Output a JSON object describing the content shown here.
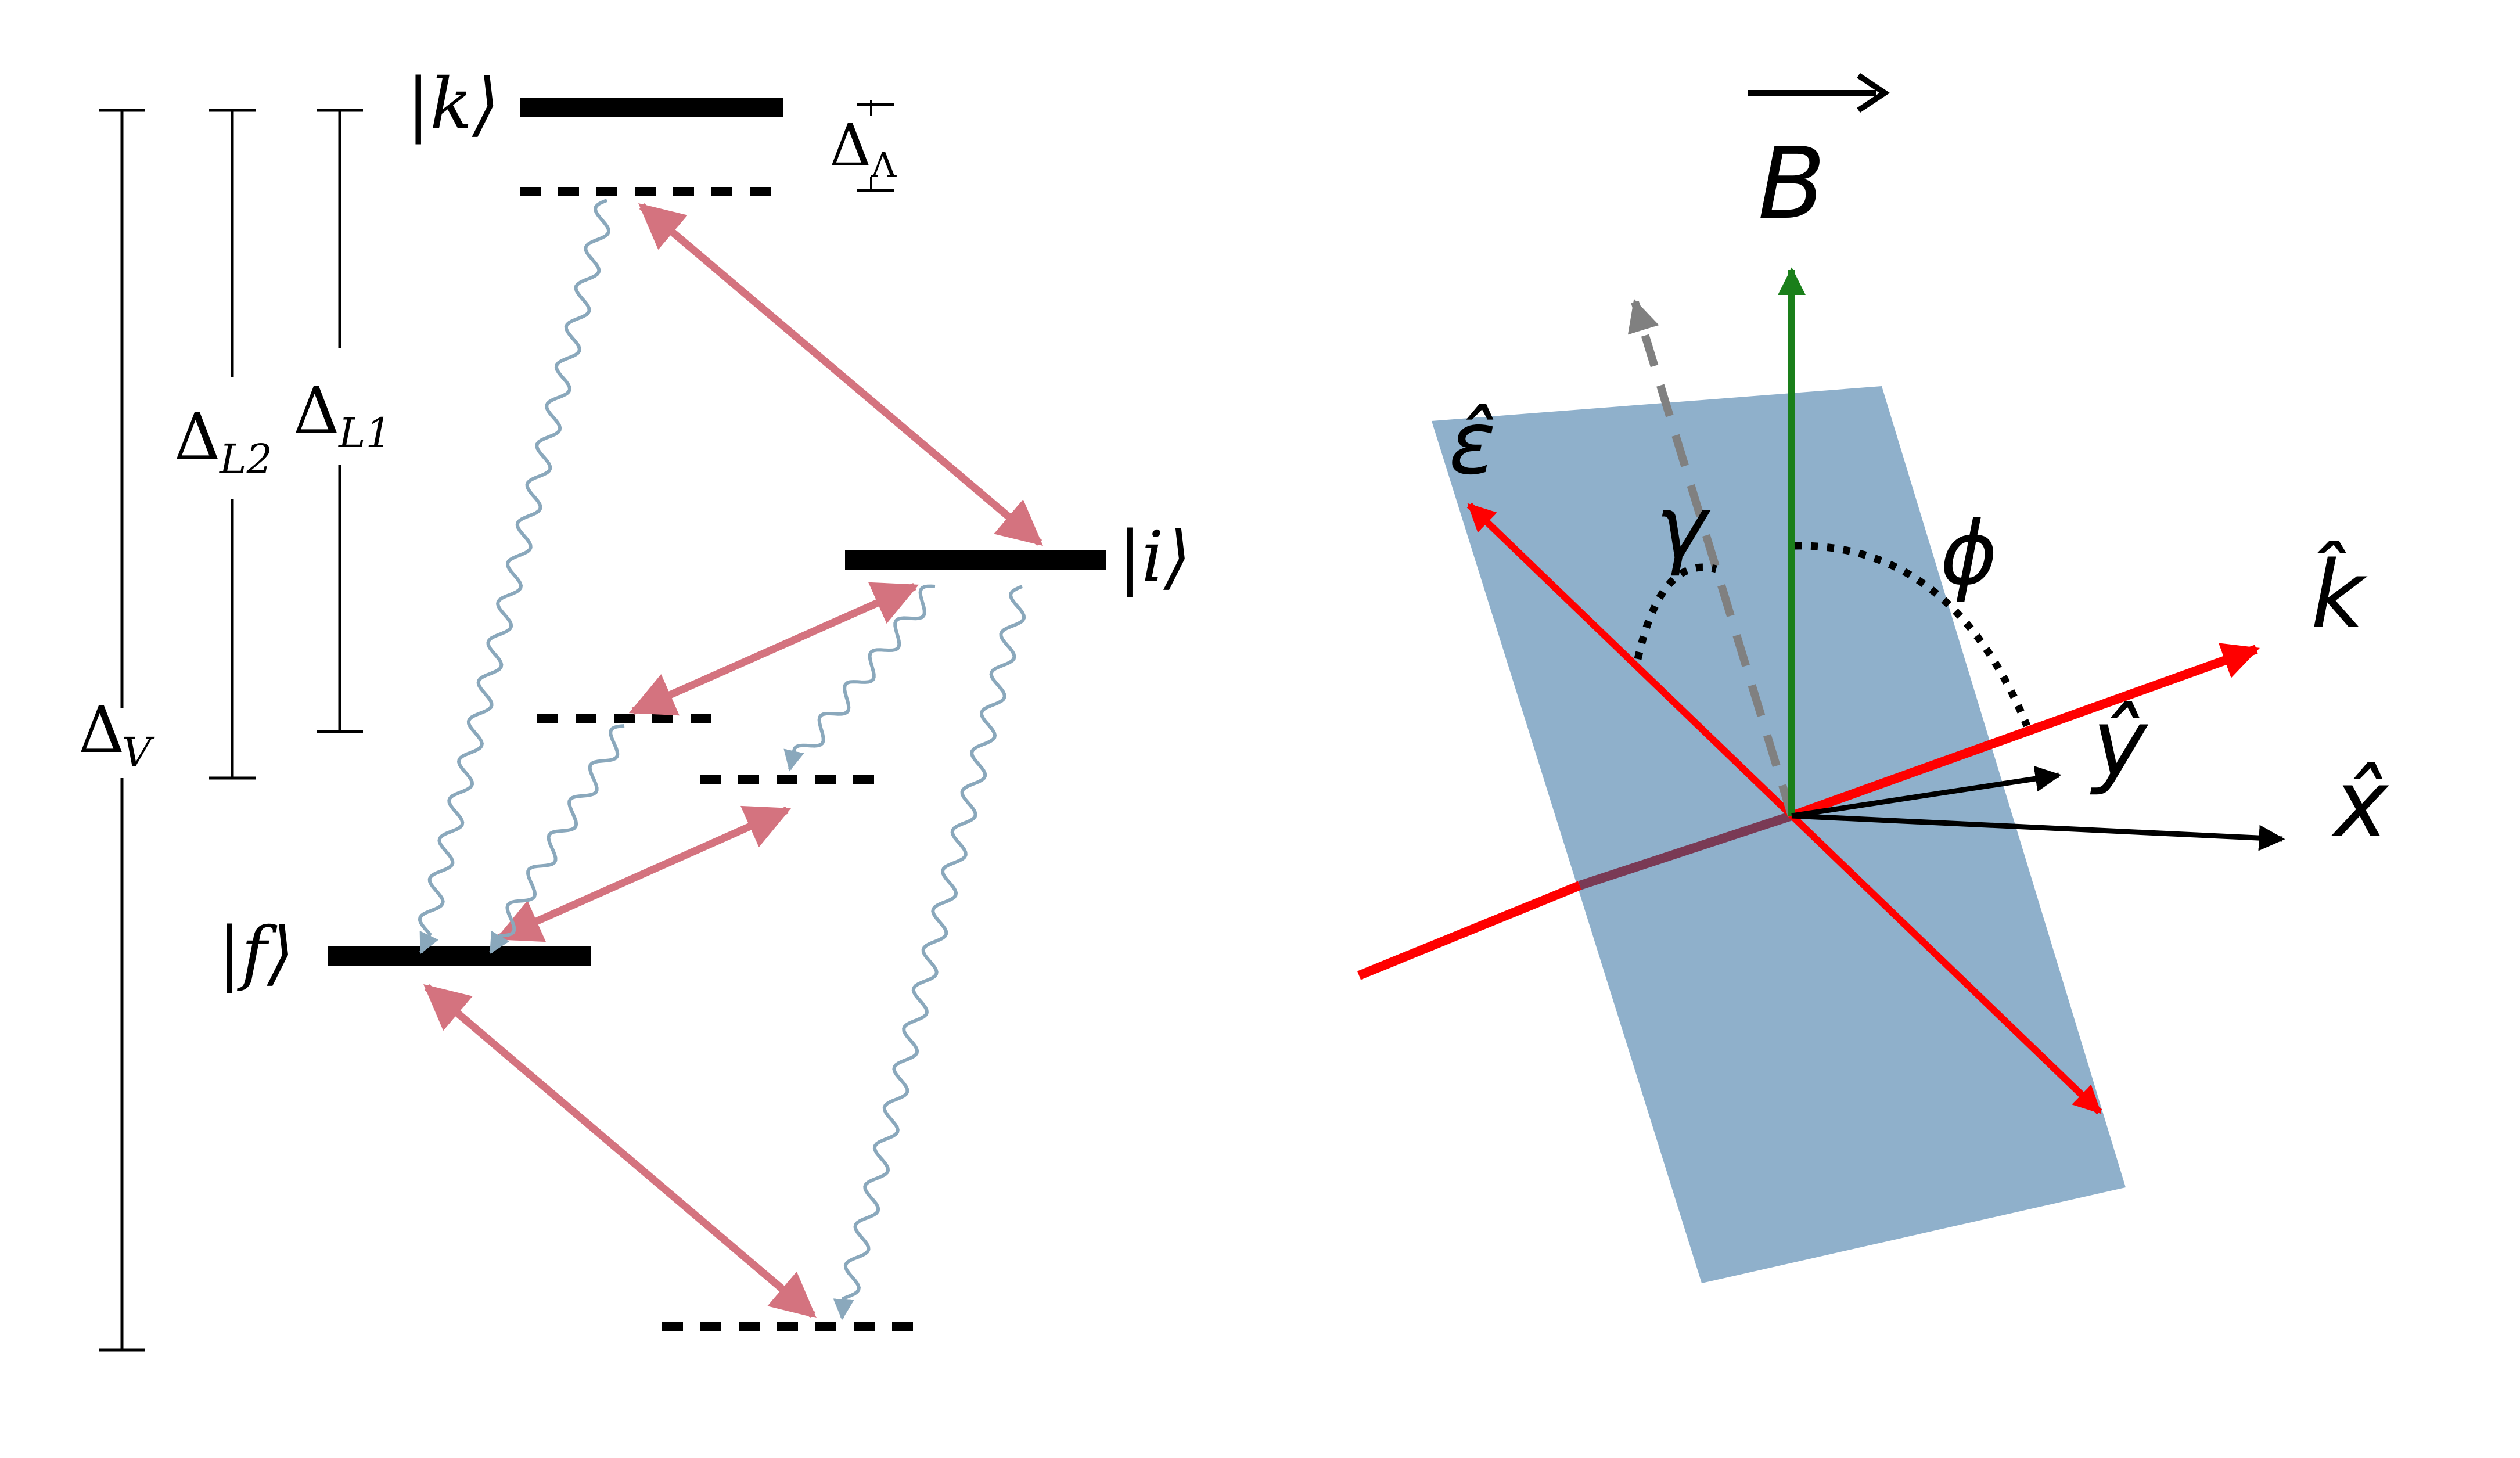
{
  "level_diagram": {
    "state_k": "|k⟩",
    "state_i": "|i⟩",
    "state_f": "|f⟩",
    "delta_lambda": {
      "symbol": "Δ",
      "subscript": "Λ"
    },
    "delta_l2": {
      "symbol": "Δ",
      "subscript": "L2"
    },
    "delta_l1": {
      "symbol": "Δ",
      "subscript": "L1"
    },
    "delta_v": {
      "symbol": "Δ",
      "subscript": "V"
    }
  },
  "geometry_diagram": {
    "b_field": "B",
    "polarization": "ε̂",
    "k_vector": "k̂",
    "x_axis": "x̂",
    "y_axis": "ŷ",
    "angle_gamma": "γ",
    "angle_phi": "ϕ"
  },
  "colors": {
    "level": "#000000",
    "laser_arrow": "#d4737f",
    "decay": "#8aa8bc",
    "plane": "#8fb0cb",
    "red_vector": "#ff0000",
    "b_vector": "#1a7f1a",
    "dashed_axis": "#808080",
    "dark_segment": "#7a3a55"
  }
}
